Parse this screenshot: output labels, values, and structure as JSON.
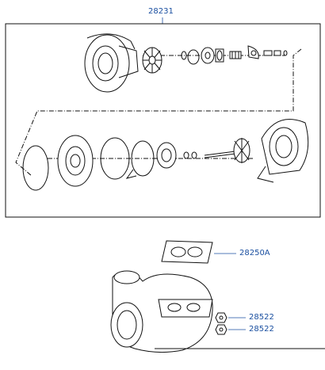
{
  "callouts": {
    "assembly": "28231",
    "gasket": "28250A",
    "nut_upper": "28522",
    "nut_lower": "28522"
  }
}
